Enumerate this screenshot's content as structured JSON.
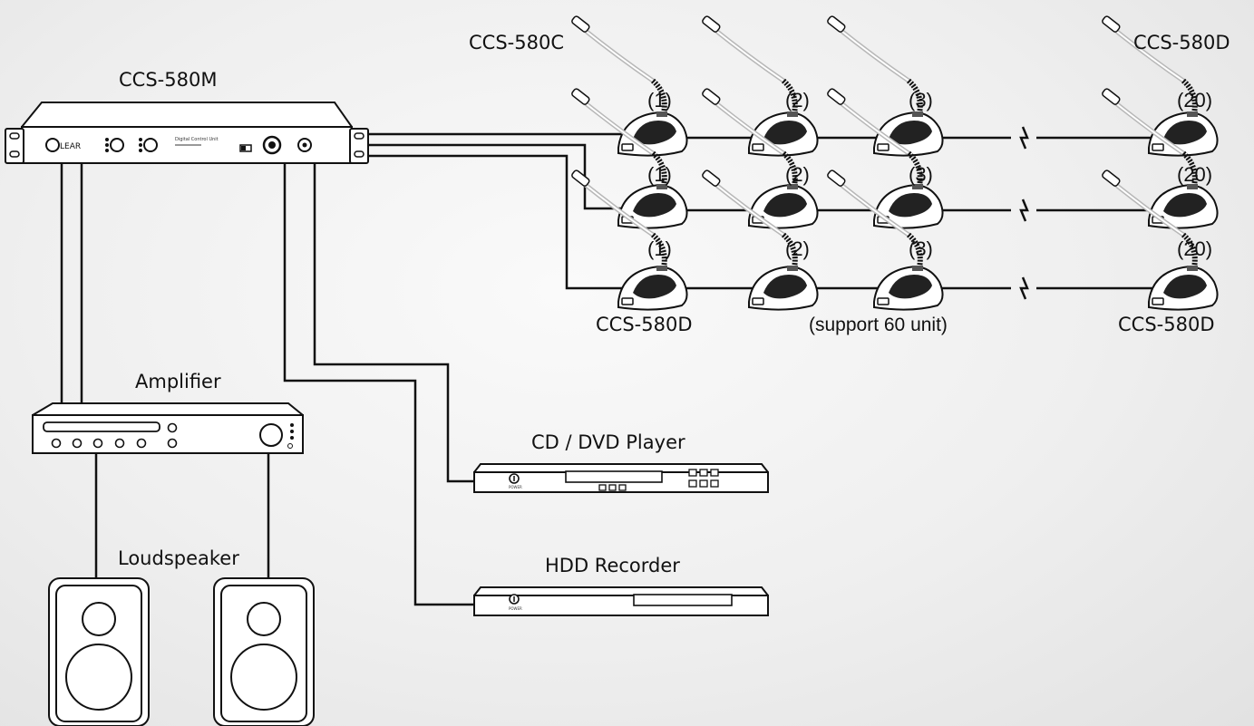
{
  "labels": {
    "controller": "CCS-580M",
    "mic_chairman": "CCS-580C",
    "mic_top_right": "CCS-580D",
    "mic_bottom_left": "CCS-580D",
    "mic_bottom_right": "CCS-580D",
    "support_note": "(support 60 unit)",
    "amplifier": "Amplifier",
    "cd_dvd": "CD / DVD Player",
    "hdd": "HDD Recorder",
    "loudspeaker": "Loudspeaker"
  },
  "mic_numbers": [
    "(1)",
    "(2)",
    "(3)",
    "(20)"
  ],
  "row1_numbers": [
    "(1)",
    "(2)",
    "(3)",
    "(20)"
  ],
  "row2_numbers": [
    "(1)",
    "(2)",
    "(3)",
    "(20)"
  ],
  "row3_numbers": [
    "(1)",
    "(2)",
    "(3)",
    "(20)"
  ],
  "tiny_text": {
    "logo": "LEAR",
    "panel_title": "Digital Control Unit",
    "power": "POWER"
  },
  "colors": {
    "line": "#111111",
    "device_fill": "#ffffff",
    "background": "#eeeeee"
  }
}
